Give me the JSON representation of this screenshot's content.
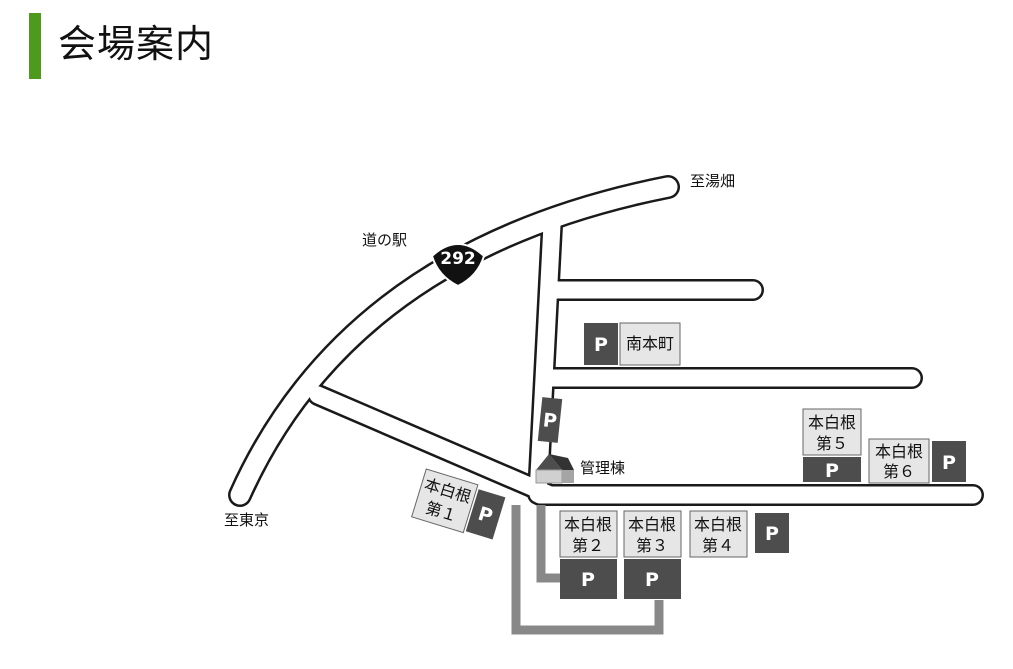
{
  "page": {
    "title": "会場案内"
  },
  "map": {
    "route_number": "292",
    "labels": {
      "to_yubatake": "至湯畑",
      "roadside_station": "道の駅",
      "to_tokyo": "至東京",
      "admin_building": "管理棟"
    },
    "parking_symbol": "P",
    "parking_lots": [
      {
        "id": "minamihonmachi",
        "lines": [
          "南本町"
        ]
      },
      {
        "id": "motoshirane-1",
        "lines": [
          "本白根",
          "第１"
        ]
      },
      {
        "id": "motoshirane-2",
        "lines": [
          "本白根",
          "第２"
        ]
      },
      {
        "id": "motoshirane-3",
        "lines": [
          "本白根",
          "第３"
        ]
      },
      {
        "id": "motoshirane-4",
        "lines": [
          "本白根",
          "第４"
        ]
      },
      {
        "id": "motoshirane-5",
        "lines": [
          "本白根",
          "第５"
        ]
      },
      {
        "id": "motoshirane-6",
        "lines": [
          "本白根",
          "第６"
        ]
      }
    ],
    "colors": {
      "road_outline": "#1a1a1a",
      "access_road": "#888888",
      "parking_fill": "#4d4d4d",
      "label_box_fill": "#e6e6e6",
      "accent": "#4e9a1e"
    }
  }
}
